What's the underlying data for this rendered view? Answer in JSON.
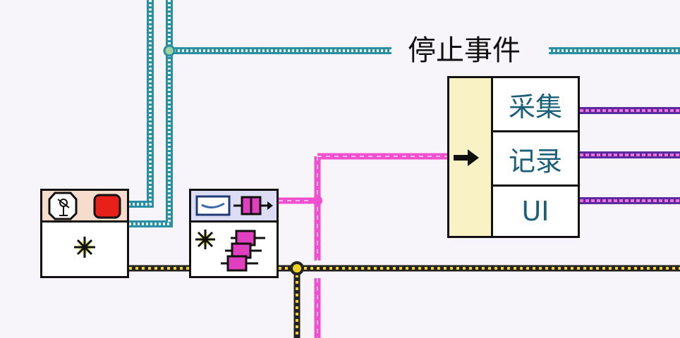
{
  "event_label": "停止事件",
  "case_items": [
    "采集",
    "记录",
    "UI"
  ],
  "colors": {
    "event_wire": "#2a8fa0",
    "error_wire": "#e0c020",
    "queue_wire": "#f050d0",
    "message_wire": "#7a40c0",
    "case_selector": "#f8f2c4"
  },
  "icons": [
    "stop-event-icon",
    "stop-button-icon",
    "create-icon",
    "message-display-icon",
    "enqueue-icon",
    "create-queues-icon",
    "arrow-right-icon"
  ]
}
